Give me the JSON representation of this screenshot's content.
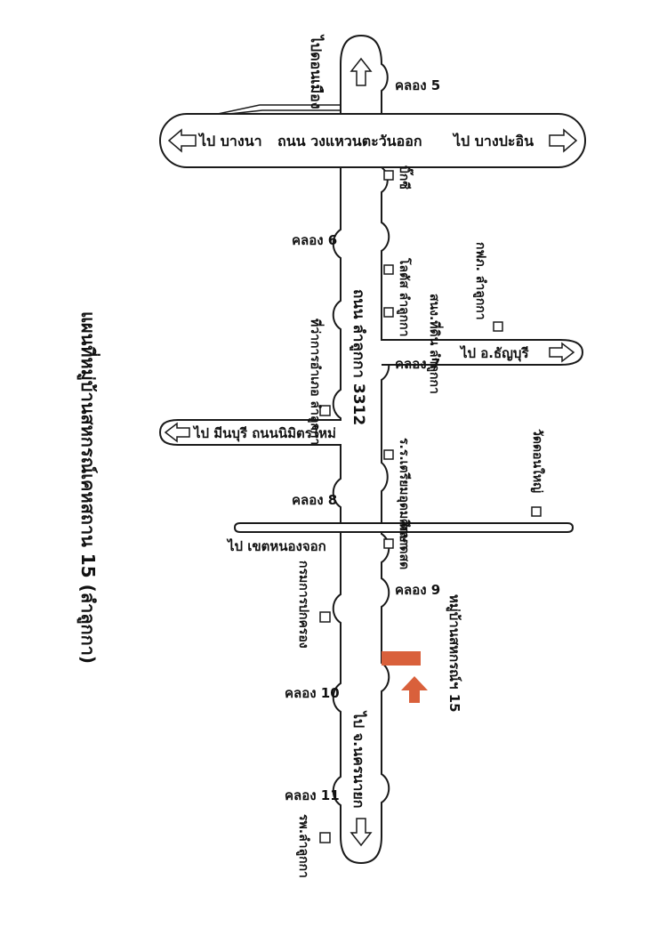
{
  "title": "แผนที่หมู่บ้านสหกรณ์เคหสถาน 15 (ลำลูกกา)",
  "main_road": "ถนน ลำลูกกา 3312",
  "ring_road": {
    "name": "ถนน วงแหวนตะวันออก",
    "left": "ไป บางนา",
    "right": "ไป บางปะอิน"
  },
  "north_label": "ไปดอนเมือง",
  "south_label": "ไป จ.นครนายก",
  "thanyaburi_road": "ไป อ.ธัญบุรี",
  "minburi_road": "ไป มีนบุรี ถนนนิมิตรใหม่",
  "nongchok_road": "ไป เขตหนองจอก",
  "canals": [
    "คลอง 5",
    "คลอง 6",
    "คลอง 7",
    "คลอง 8",
    "คลอง 9",
    "คลอง 10",
    "คลอง 11"
  ],
  "landmarks": {
    "bigc": "บิ๊กซี",
    "lotus": "โลตัส ลำลูกกา",
    "land_office": "สนง.ที่ดิน ลำลูกกา",
    "egat": "กฟภ. ลำลูกกา",
    "district_office": "ที่ว่าการอำเภอ ลำลูกกา",
    "school": "ร.ร.เตรียมอุดมศึกษา",
    "temple": "วัดดอนใหญ่",
    "market": "ตลาดสด",
    "dept": "กรมการปกครอง",
    "hospital": "รพ.ลำลูกกา"
  },
  "destination": "หมู่บ้านสหกรณ์ฯ 15",
  "colors": {
    "destination": "#d9603b",
    "line": "#1a1a1a"
  }
}
